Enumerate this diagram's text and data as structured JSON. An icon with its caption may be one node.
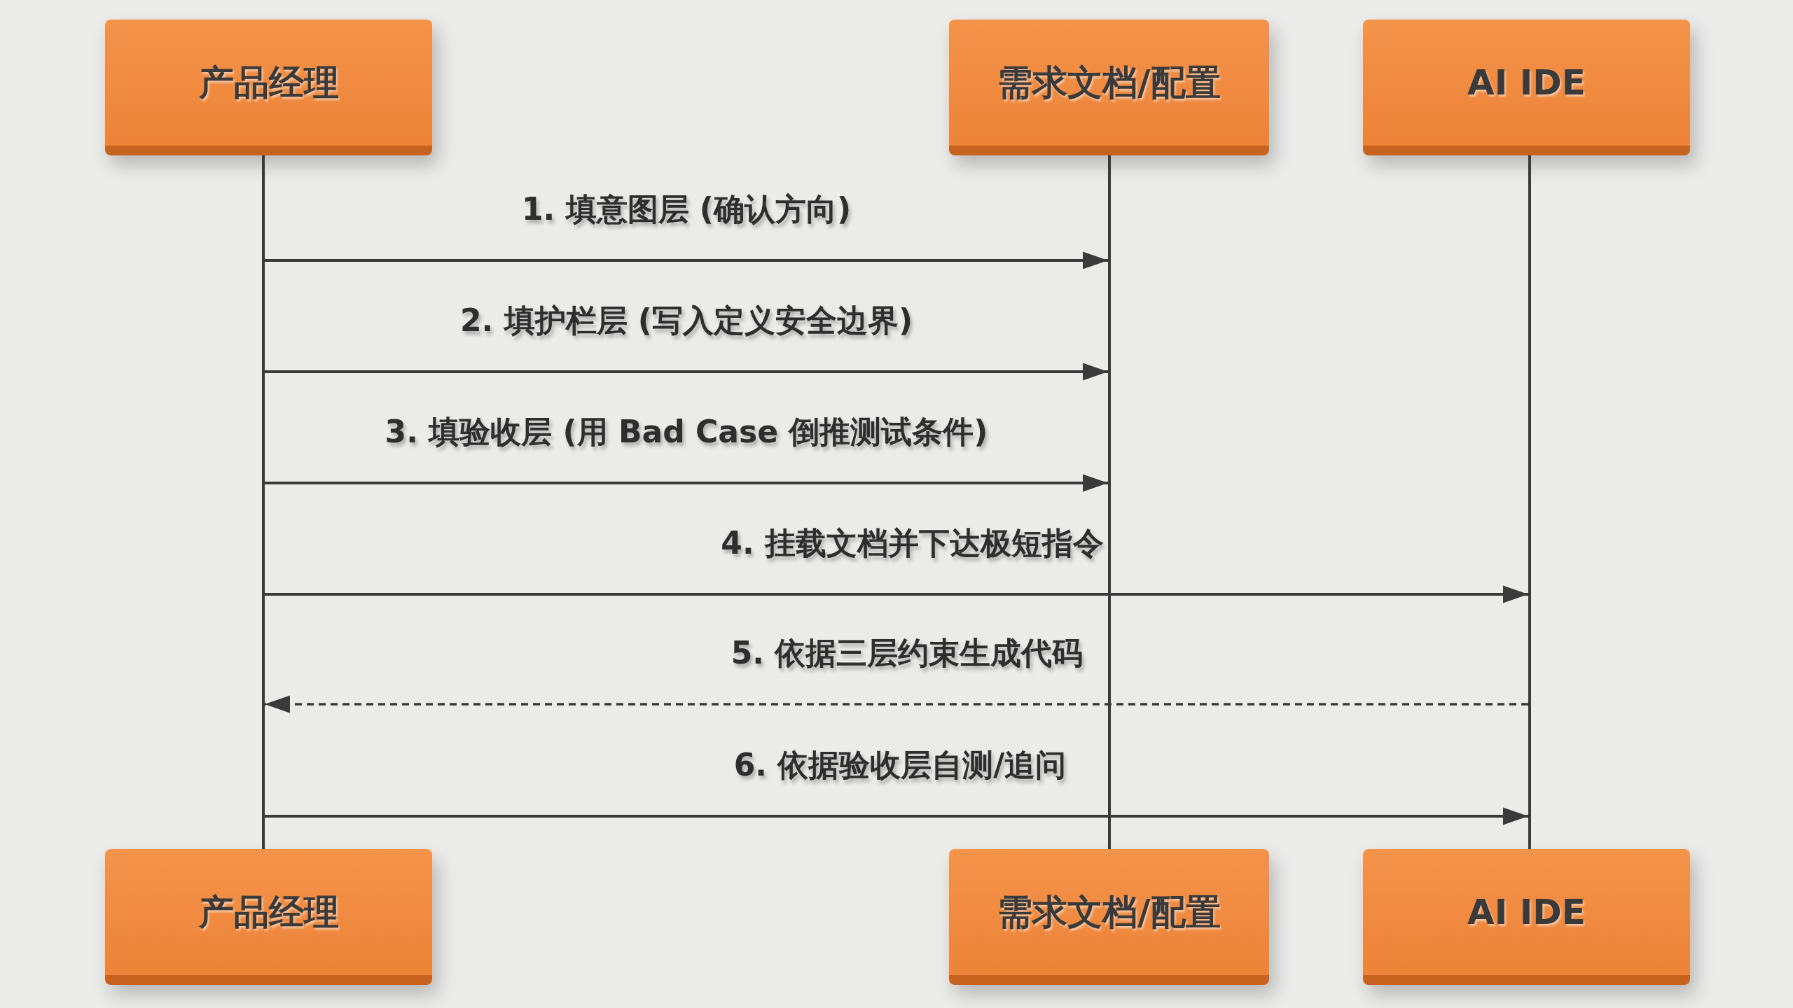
{
  "diagram": {
    "nodes": [
      {
        "text": [
          "产品经理"
        ]
      },
      {
        "text": [
          "需求文档/配置"
        ]
      },
      {
        "text": [
          "AI IDE"
        ]
      },
      {
        "text": [
          "产品经理"
        ]
      },
      {
        "text": [
          "需求文档/配置"
        ]
      },
      {
        "text": [
          "AI IDE"
        ]
      },
      {
        "text": [],
        "shape": "bar"
      },
      {
        "text": [],
        "shape": "bar"
      },
      {
        "text": [],
        "shape": "bar"
      }
    ],
    "edges": [
      {
        "from": 6,
        "to": 7,
        "arrow": "to",
        "label": "1. 填意图层 (确认方向)"
      },
      {
        "from": 6,
        "to": 7,
        "arrow": "to",
        "label": "2. 填护栏层 (写入定义安全边界)"
      },
      {
        "from": 6,
        "to": 7,
        "arrow": "to",
        "label": "3. 填验收层 (用 Bad Case 倒推测试条件)"
      },
      {
        "from": 6,
        "to": 8,
        "arrow": "to",
        "label": "4. 挂载文档并下达极短指令"
      },
      {
        "from": 8,
        "to": 6,
        "arrow": "to",
        "style": "dashed",
        "label": "5. 依据三层约束生成代码"
      },
      {
        "from": 6,
        "to": 8,
        "arrow": "to",
        "label": "6. 依据验收层自测/追问"
      }
    ]
  }
}
